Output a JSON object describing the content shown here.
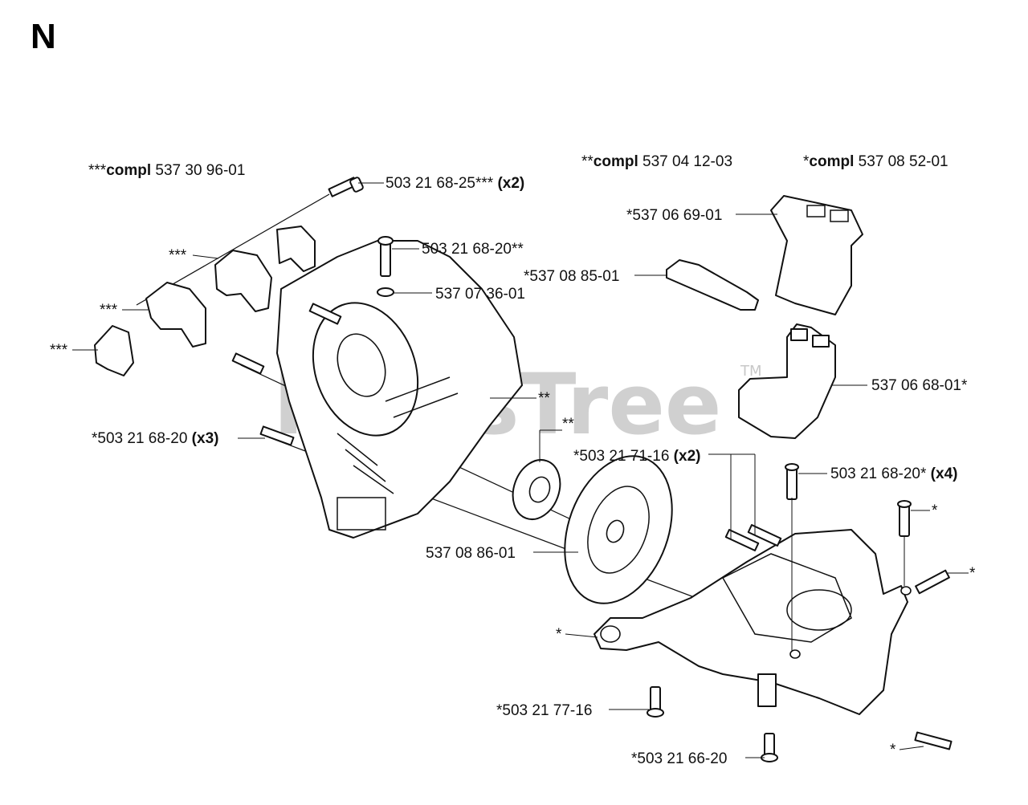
{
  "page_letter": "N",
  "watermark": {
    "text": "PartsTree",
    "tm": "TM"
  },
  "groups": {
    "kit_a": {
      "prefix": "***",
      "word": "compl",
      "number": " 537 30 96-01"
    },
    "kit_b": {
      "prefix": "**",
      "word": "compl",
      "number": " 537 04 12-03"
    },
    "kit_c": {
      "prefix": "*",
      "word": "compl",
      "number": " 537 08 52-01"
    }
  },
  "labels": {
    "screw_top": {
      "text": "503 21 68-25***",
      "qty": " (x2)"
    },
    "screw_20_2": {
      "text": "503 21 68-20**"
    },
    "circlip": {
      "text": "537 07 36-01"
    },
    "mark_3a": {
      "text": "***"
    },
    "mark_3b": {
      "text": "***"
    },
    "mark_3c": {
      "text": "***"
    },
    "screw_x3": {
      "text": "*503 21 68-20",
      "qty": " (x3)"
    },
    "mark_2a": {
      "text": "**"
    },
    "mark_2b": {
      "text": "**"
    },
    "cover_top": {
      "text": "*537 06 69-01"
    },
    "gasket": {
      "text": "*537 08 85-01"
    },
    "cover_bottom": {
      "text": "537 06 68-01*"
    },
    "screw_71_16": {
      "text": "*503 21 71-16",
      "qty": " (x2)"
    },
    "screw_x4": {
      "text": "503 21 68-20*",
      "qty": " (x4)"
    },
    "mark_1a": {
      "text": "*"
    },
    "mark_1b": {
      "text": "*"
    },
    "mark_1c": {
      "text": "*"
    },
    "mark_1d": {
      "text": "*"
    },
    "starter_cup": {
      "text": "537 08 86-01"
    },
    "screw_77_16": {
      "text": "*503 21 77-16"
    },
    "screw_66_20": {
      "text": "*503 21 66-20"
    }
  }
}
